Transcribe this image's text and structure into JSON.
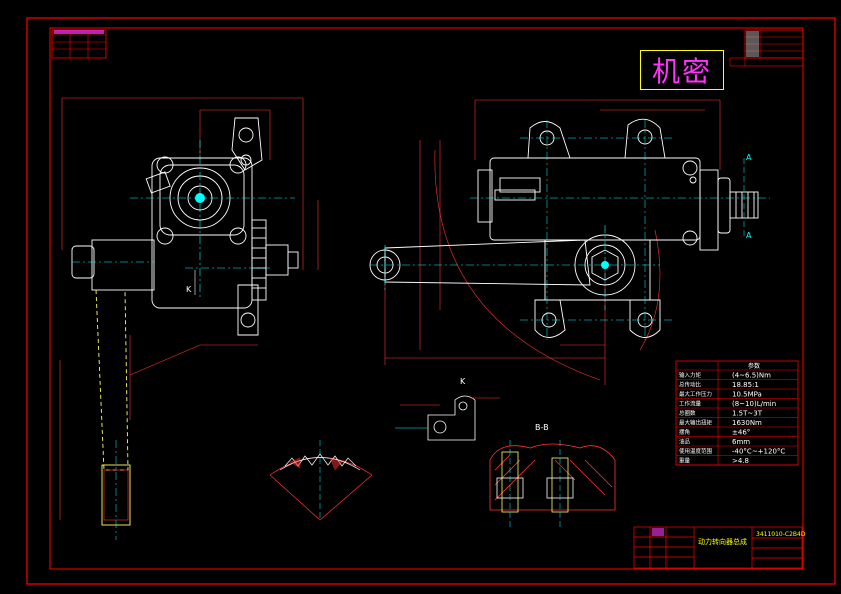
{
  "drawing": {
    "secret_label": "机密",
    "title": "动力转向器总成",
    "drawing_no": "3411010-C2B4D",
    "spec_table_title": "参数",
    "spec_rows": [
      {
        "name": "输入力矩",
        "value": "(4~6.5)Nm"
      },
      {
        "name": "总传动比",
        "value": "18.85:1"
      },
      {
        "name": "最大工作压力",
        "value": "10.5MPa"
      },
      {
        "name": "工作流量",
        "value": "(8~10)L/min"
      },
      {
        "name": "总圈数",
        "value": "1.5T~3T"
      },
      {
        "name": "最大输出扭矩",
        "value": "1630Nm"
      },
      {
        "name": "摆角",
        "value": "±46°"
      },
      {
        "name": "油品",
        "value": "6mm"
      },
      {
        "name": "使用温度范围",
        "value": "-40°C~+120°C"
      },
      {
        "name": "重量",
        "value": ">4.8"
      }
    ],
    "view_labels": {
      "k_marker": "K",
      "k_view": "K",
      "section_bb": "B-B",
      "section_a_top": "A",
      "section_a_bottom": "A"
    }
  },
  "colors": {
    "frame": "#ff0000",
    "outline": "#ffffff",
    "centerline": "#00ffff",
    "dimension": "#ff3333",
    "annotation": "#ffff00",
    "label_text": "#ff33ff",
    "hatch": "#ff3333",
    "parts": "#ffff66"
  }
}
